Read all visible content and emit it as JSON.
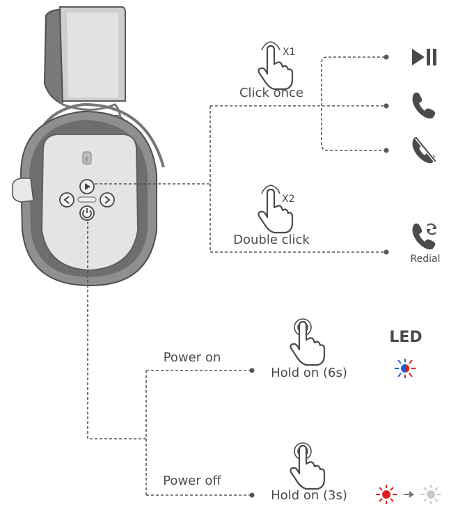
{
  "labels": {
    "x1": "X1",
    "click_once": "Click once",
    "x2": "X2",
    "double_click": "Double click",
    "redial": "Redial",
    "led": "LED",
    "power_on": "Power on",
    "hold_on_6s": "Hold on (6s)",
    "power_off": "Power off",
    "hold_on_3s": "Hold on (3s)"
  },
  "icons": {
    "play_pause": "play-pause-icon",
    "answer": "phone-answer-icon",
    "hangup": "phone-hangup-icon",
    "redial": "phone-redial-icon",
    "led_power_on": "led-red-blue-icon",
    "led_power_off": "led-red-to-off-icon"
  },
  "colors": {
    "text": "#4a4a4a",
    "led_red": "#e02020",
    "led_blue": "#1f5fd1",
    "led_off": "#c8c8c8",
    "headset_dark": "#5a5a5a",
    "headset_mid": "#8c8c8c",
    "headset_light": "#d9d9d9"
  }
}
